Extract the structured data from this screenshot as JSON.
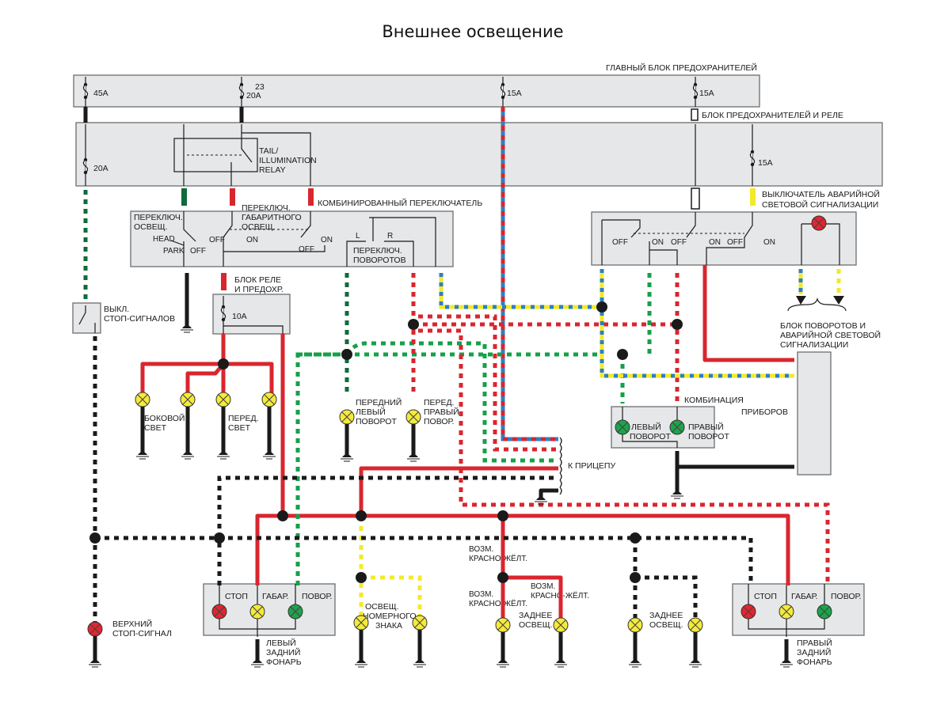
{
  "title": "Внешнее освещение",
  "colors": {
    "red": "#d9262e",
    "green": "#16a04a",
    "dark_green": "#0f6b3a",
    "black": "#1a1a1a",
    "yellow": "#f2ea2a",
    "blue": "#2f7fc1",
    "block_fill": "#e6e7e8",
    "lamp_yellow": "#f4ea3c",
    "lamp_red": "#e02630",
    "lamp_green": "#1ea34c"
  },
  "blocks": {
    "main_fuse_block": "ГЛАВНЫЙ БЛОК ПРЕДОХРАНИТЕЛЕЙ",
    "fuse_relay_block": "БЛОК ПРЕДОХРАНИТЕЛЕЙ И РЕЛЕ",
    "tail_relay": [
      "TAIL/",
      "ILLUMINATION",
      "RELAY"
    ],
    "combination_switch": "КОМБИНИРОВАННЫЙ ПЕРЕКЛЮЧАТЕЛЬ",
    "hazard_switch": [
      "ВЫКЛЮЧАТЕЛЬ АВАРИЙНОЙ",
      "СВЕТОВОЙ СИГНАЛИЗАЦИИ"
    ],
    "relay_fuse_block": [
      "БЛОК РЕЛЕ",
      "И ПРЕДОХР."
    ],
    "brake_switch": [
      "ВЫКЛ.",
      "СТОП-СИГНАЛОВ"
    ],
    "flasher_unit": [
      "БЛОК ПОВОРОТОВ И",
      "АВАРИЙНОЙ СВЕТОВОЙ",
      "СИГНАЛИЗАЦИИ"
    ],
    "instrument_cluster": [
      "КОМБИНАЦИЯ",
      "ПРИБОРОВ"
    ],
    "trailer": "К ПРИЦЕПУ"
  },
  "fuses": {
    "f45": "45A",
    "f20_top": "20A",
    "f23": "23",
    "f15_a": "15A",
    "f15_b": "15A",
    "f20": "20A",
    "f15_c": "15A",
    "f10": "10A"
  },
  "switches": {
    "light_switch": [
      "ПЕРЕКЛЮЧ.",
      "ОСВЕЩ."
    ],
    "head": "HEAD",
    "park": "PARK",
    "off1": "OFF",
    "parking_switch": [
      "ПЕРЕКЛЮЧ.",
      "ГАБАРИТНОГО",
      "ОСВЕЩ."
    ],
    "off2": "OFF",
    "on2": "ON",
    "off3": "OFF",
    "on3": "ON",
    "turn_switch": [
      "ПЕРЕКЛЮЧ.",
      "ПОВОРОТОВ"
    ],
    "l": "L",
    "r": "R",
    "hz_off1": "OFF",
    "hz_on1": "ON",
    "hz_off2": "OFF",
    "hz_on2": "ON",
    "hz_off3": "OFF",
    "hz_on3": "ON"
  },
  "lamps": {
    "side_light": [
      "БОКОВОЙ",
      "СВЕТ"
    ],
    "front_light": [
      "ПЕРЕД.",
      "СВЕТ"
    ],
    "front_left_turn": [
      "ПЕРЕДНИЙ",
      "ЛЕВЫЙ",
      "ПОВОРОТ"
    ],
    "front_right_turn": [
      "ПЕРЕД.",
      "ПРАВЫЙ",
      "ПОВОР."
    ],
    "left_turn_ind": [
      "ЛЕВЫЙ",
      "ПОВОРОТ"
    ],
    "right_turn_ind": [
      "ПРАВЫЙ",
      "ПОВОРОТ"
    ],
    "high_stop": [
      "ВЕРХНИЙ",
      "СТОП-СИГНАЛ"
    ],
    "stop": "СТОП",
    "tail": "ГАБАР.",
    "turn": "ПОВОР.",
    "left_rear": [
      "ЛЕВЫЙ",
      "ЗАДНИЙ",
      "ФОНАРЬ"
    ],
    "right_rear": [
      "ПРАВЫЙ",
      "ЗАДНИЙ",
      "ФОНАРЬ"
    ],
    "plate": [
      "ОСВЕЩ.",
      "НОМЕРНОГО",
      "ЗНАКА"
    ],
    "possible_ry": [
      "ВОЗМ.",
      "КРАСНО-ЖЁЛТ."
    ],
    "rear_light": [
      "ЗАДНЕЕ",
      "ОСВЕЩ."
    ]
  }
}
